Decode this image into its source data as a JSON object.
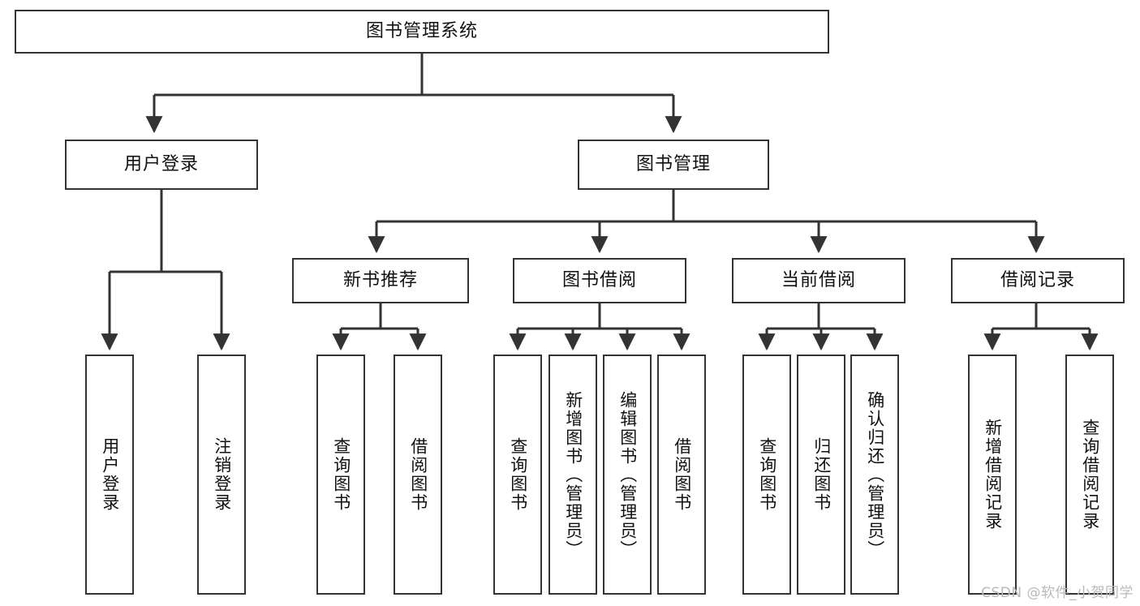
{
  "diagram": {
    "type": "tree",
    "title": "图书管理系统",
    "colors": {
      "stroke": "#333333",
      "node_fill": "#ffffff",
      "text": "#111111",
      "watermark": "#b9b9b9",
      "background": "#ffffff"
    }
  },
  "nodes": {
    "root": {
      "label": "图书管理系统"
    },
    "level1": [
      {
        "label": "用户登录"
      },
      {
        "label": "图书管理"
      }
    ],
    "level2": [
      {
        "label": "新书推荐"
      },
      {
        "label": "图书借阅"
      },
      {
        "label": "当前借阅"
      },
      {
        "label": "借阅记录"
      }
    ],
    "leaves_user_login": [
      {
        "label": "用户登录"
      },
      {
        "label": "注销登录"
      }
    ],
    "leaves_new_book": [
      {
        "label": "查询图书"
      },
      {
        "label": "借阅图书"
      }
    ],
    "leaves_borrow": [
      {
        "label": "查询图书"
      },
      {
        "label": "新增图书（管理员）"
      },
      {
        "label": "编辑图书（管理员）"
      },
      {
        "label": "借阅图书"
      }
    ],
    "leaves_current": [
      {
        "label": "查询图书"
      },
      {
        "label": "归还图书"
      },
      {
        "label": "确认归还（管理员）"
      }
    ],
    "leaves_records": [
      {
        "label": "新增借阅记录"
      },
      {
        "label": "查询借阅记录"
      }
    ]
  },
  "watermark": {
    "text": "CSDN @软件_小贺同学"
  }
}
